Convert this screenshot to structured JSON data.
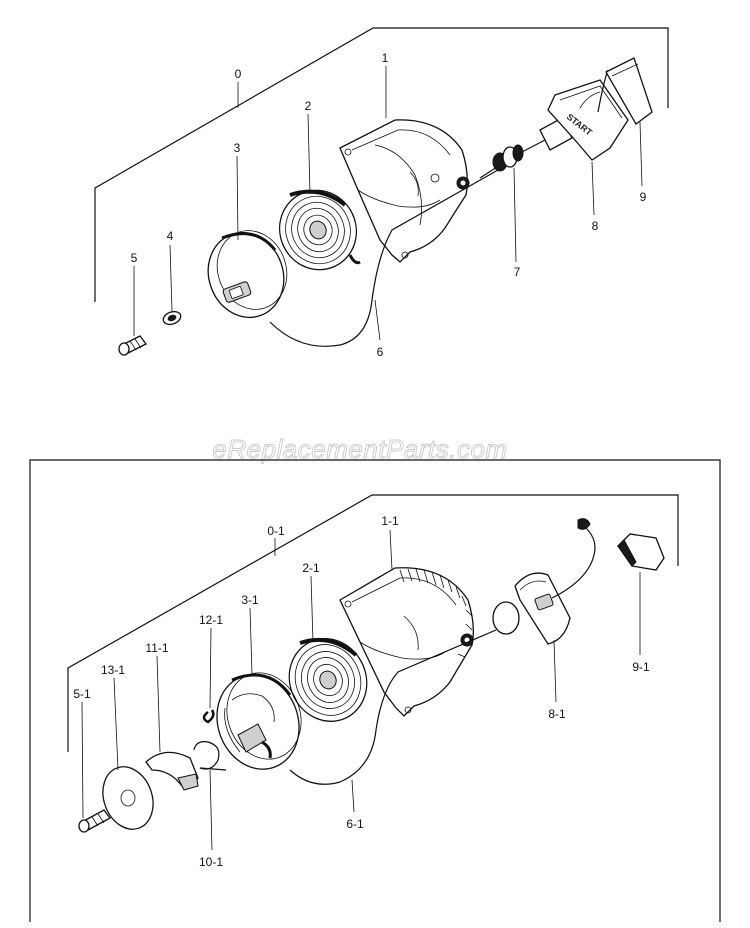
{
  "watermark": "eReplacementParts.com",
  "top_assembly": {
    "callouts": {
      "assembly": "0",
      "case": "1",
      "spring": "2",
      "reel": "3",
      "washer": "4",
      "screw": "5",
      "rope": "6",
      "guide": "7",
      "handle": "8",
      "cap": "9"
    },
    "handle_stamp": "START"
  },
  "bottom_assembly": {
    "callouts": {
      "assembly": "0-1",
      "case": "1-1",
      "spring": "2-1",
      "reel": "3-1",
      "screw": "5-1",
      "rope": "6-1",
      "handle": "8-1",
      "cap": "9-1",
      "spring_clip": "10-1",
      "pawl": "11-1",
      "pawl_spring": "12-1",
      "plate": "13-1"
    }
  }
}
